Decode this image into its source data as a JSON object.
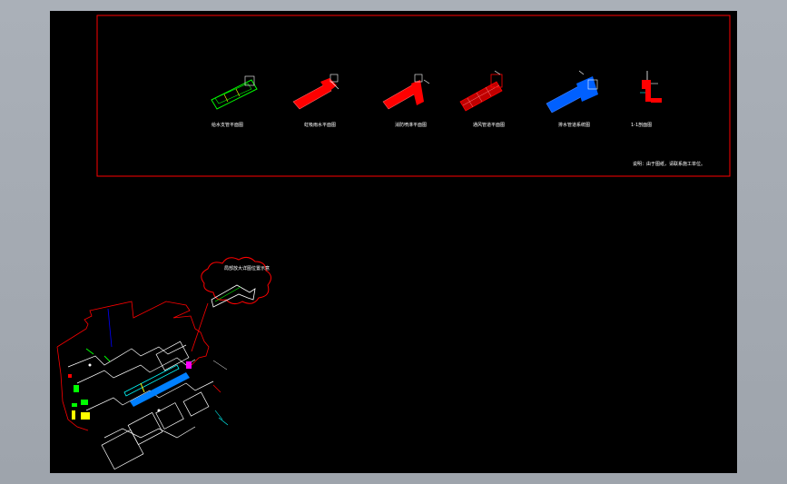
{
  "window": {
    "title": ""
  },
  "colors": {
    "background": "#000000",
    "border_red": "#ff0000",
    "green": "#00ff00",
    "red": "#ff0000",
    "blue": "#0000ff",
    "white": "#ffffff",
    "cyan": "#00ffff",
    "yellow": "#ffff00"
  },
  "drawing": {
    "sheet_labels": {
      "plan1": "给水支管平面图",
      "plan2": "虹吸雨水平面图",
      "plan3": "消防喷淋平面图",
      "plan4": "通风管道平面图",
      "plan5": "排水管道系统图",
      "plan6": "1-1剖面图",
      "note": "说明：由于图纸，请联系施工单位。"
    },
    "cloud_label": "局部放大详图位置示意"
  }
}
